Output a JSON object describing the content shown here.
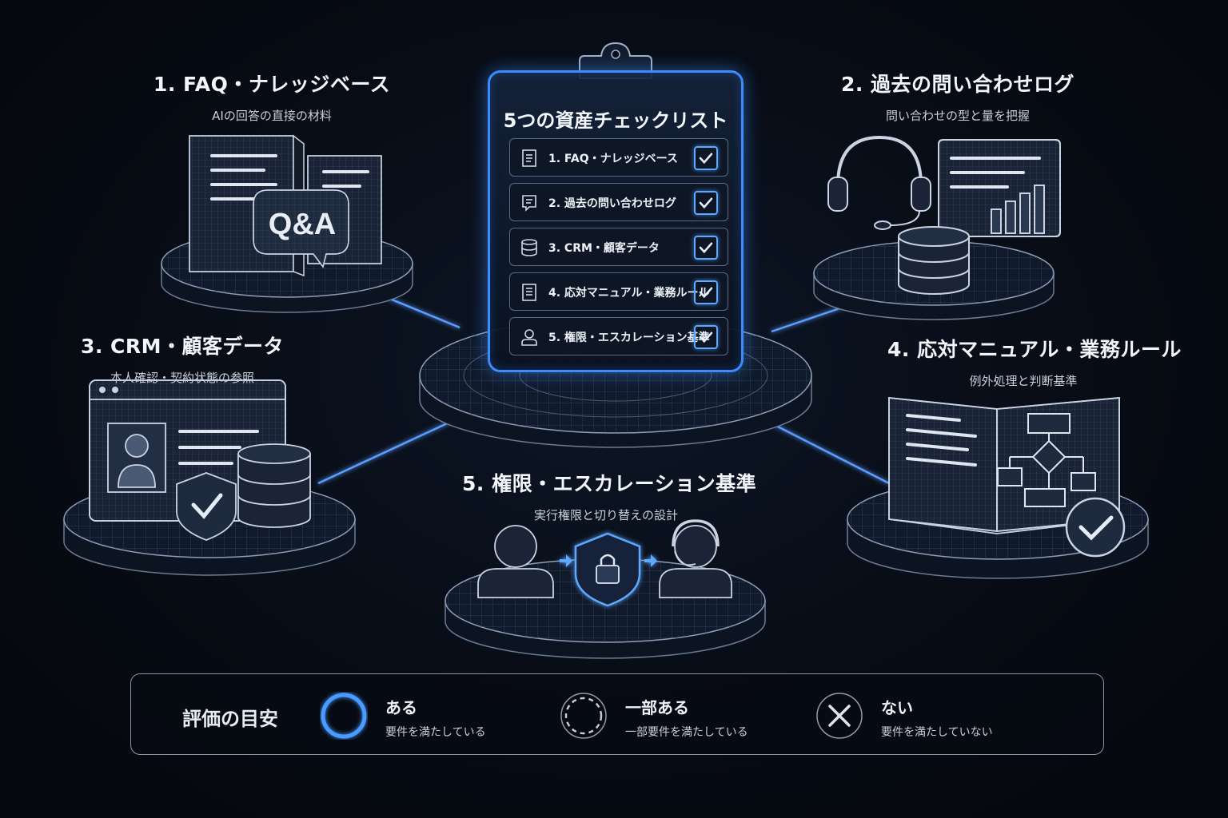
{
  "checklist": {
    "title": "5つの資産チェックリスト",
    "items": [
      {
        "label": "1. FAQ・ナレッジベース",
        "icon": "document-icon",
        "checked": true
      },
      {
        "label": "2. 過去の問い合わせログ",
        "icon": "log-note-icon",
        "checked": true
      },
      {
        "label": "3. CRM・顧客データ",
        "icon": "database-icon",
        "checked": true
      },
      {
        "label": "4. 応対マニュアル・業務ルール",
        "icon": "manual-icon",
        "checked": true
      },
      {
        "label": "5. 権限・エスカレーション基準",
        "icon": "person-icon",
        "checked": true
      }
    ]
  },
  "assets": [
    {
      "title": "1. FAQ・ナレッジベース",
      "subtitle": "AIの回答の直接の材料",
      "icon": "qa-documents-icon"
    },
    {
      "title": "2. 過去の問い合わせログ",
      "subtitle": "問い合わせの型と量を把握",
      "icon": "headset-chart-icon"
    },
    {
      "title": "3. CRM・顧客データ",
      "subtitle": "本人確認・契約状態の参照",
      "icon": "profile-shield-database-icon"
    },
    {
      "title": "4. 応対マニュアル・業務ルール",
      "subtitle": "例外処理と判断基準",
      "icon": "manual-flowchart-icon"
    },
    {
      "title": "5. 権限・エスカレーション基準",
      "subtitle": "実行権限と切り替えの設計",
      "icon": "user-lock-operator-icon"
    }
  ],
  "illustration_text": {
    "qa": "Q&A"
  },
  "legend": {
    "title": "評価の目安",
    "items": [
      {
        "label": "ある",
        "desc": "要件を満たしている",
        "symbol": "circle-solid"
      },
      {
        "label": "一部ある",
        "desc": "一部要件を満たしている",
        "symbol": "circle-dashed"
      },
      {
        "label": "ない",
        "desc": "要件を満たしていない",
        "symbol": "cross"
      }
    ]
  },
  "colors": {
    "accent": "#3d8cff",
    "background": "#070b13",
    "line": "#b9c4d4"
  }
}
